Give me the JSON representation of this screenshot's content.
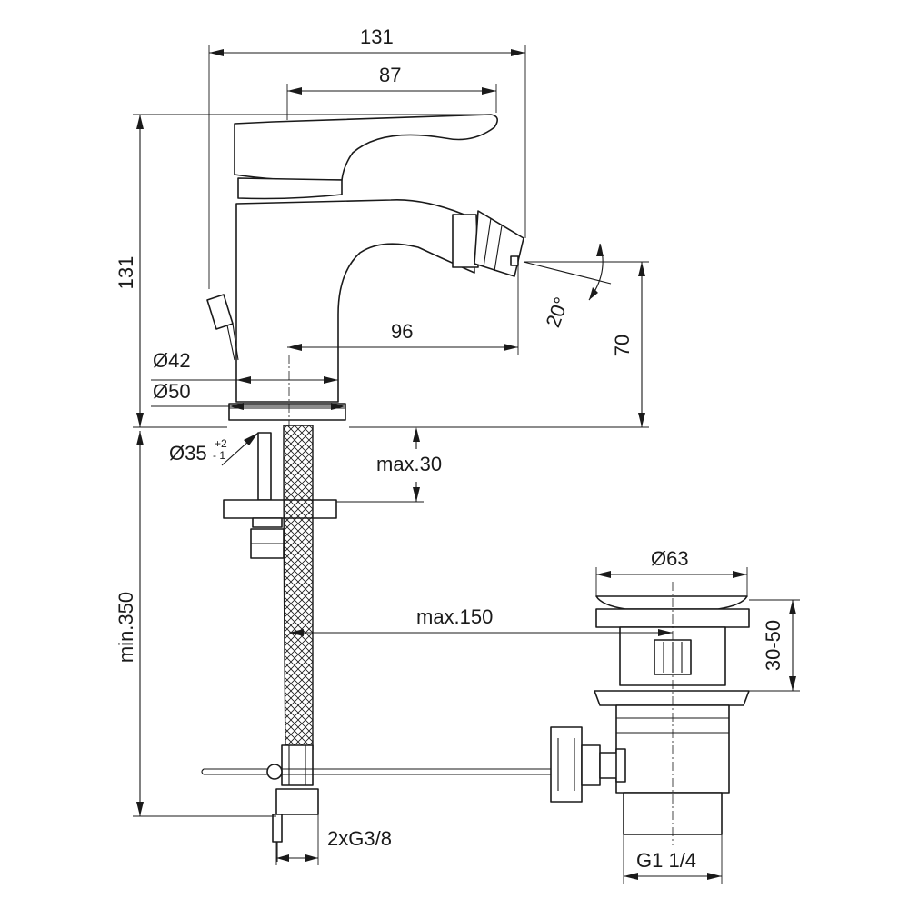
{
  "dimensions": {
    "overall_width": "131",
    "handle_reach": "87",
    "overall_height": "131",
    "spout_reach": "96",
    "spout_height": "70",
    "spray_angle": "20°",
    "body_diameter": "Ø42",
    "base_diameter": "Ø50",
    "hole_diameter": "Ø35",
    "hole_tol_plus": "+2",
    "hole_tol_minus": "- 1",
    "deck_thickness": "max.30",
    "hose_length": "min.350",
    "pop_up_rod": "max.150",
    "waste_diameter": "Ø63",
    "waste_height": "30-50",
    "waste_thread": "G1 1/4",
    "connections": "2xG3/8"
  },
  "colors": {
    "line": "#1a1a1a",
    "background": "#ffffff"
  }
}
